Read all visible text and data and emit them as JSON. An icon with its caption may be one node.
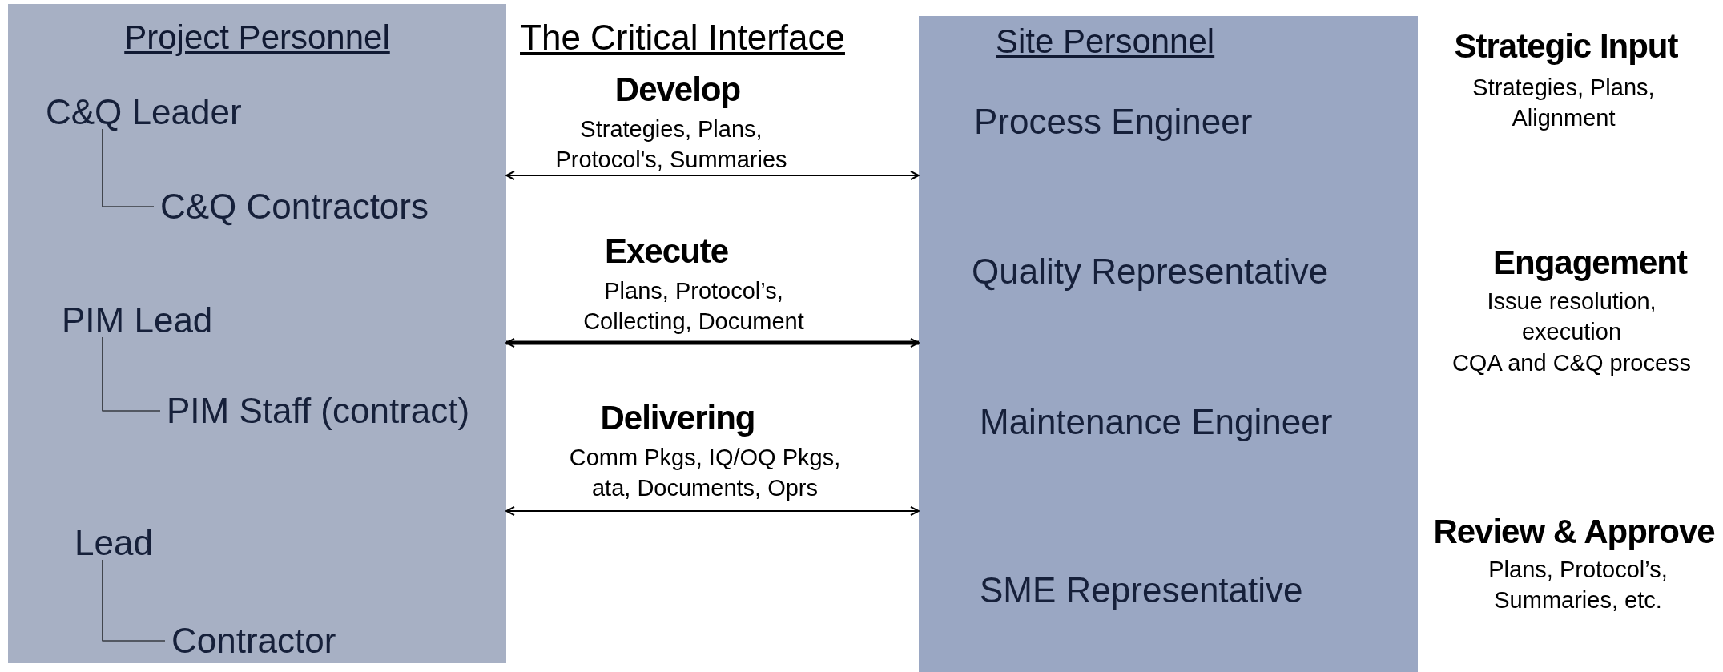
{
  "diagram": {
    "nodes": [
      {
        "text": [
          "Project Personnel"
        ]
      },
      {
        "text": [
          "C&Q Leader"
        ],
        "in": 0
      },
      {
        "text": [
          "C&Q Contractors"
        ],
        "in": 0
      },
      {
        "text": [
          "PIM Lead"
        ],
        "in": 0
      },
      {
        "text": [
          "PIM Staff (contract)"
        ],
        "in": 0
      },
      {
        "text": [
          "Lead"
        ],
        "in": 0
      },
      {
        "text": [
          "Contractor"
        ],
        "in": 0
      },
      {
        "text": [
          "Site Personnel"
        ]
      },
      {
        "text": [
          "Process Engineer"
        ],
        "in": 7
      },
      {
        "text": [
          "Quality Representative"
        ],
        "in": 7
      },
      {
        "text": [
          "Maintenance Engineer"
        ],
        "in": 7
      },
      {
        "text": [
          "SME Representative"
        ],
        "in": 7
      }
    ],
    "edges": [
      {
        "from": 1,
        "to": 2,
        "arrow": "none"
      },
      {
        "from": 3,
        "to": 4,
        "arrow": "none"
      },
      {
        "from": 5,
        "to": 6,
        "arrow": "none"
      },
      {
        "from": 0,
        "to": 7,
        "arrow": "both"
      },
      {
        "from": 0,
        "to": 7,
        "arrow": "both",
        "style": "thick"
      },
      {
        "from": 0,
        "to": 7,
        "arrow": "both"
      }
    ],
    "labels": [
      "The Critical Interface",
      "Develop",
      "Strategies, Plans, Protocol's, Summaries",
      "Execute",
      "Plans, Protocol’s, Collecting, Document",
      "Delivering",
      "Comm Pkgs, IQ/OQ Pkgs, ata, Documents, Oprs",
      "Strategic Input",
      "Strategies, Plans, Alignment",
      "Engagement",
      "Issue resolution, execution",
      "CQA and C&Q process",
      "Review & Approve",
      "Plans, Protocol’s, Summaries, etc."
    ]
  }
}
